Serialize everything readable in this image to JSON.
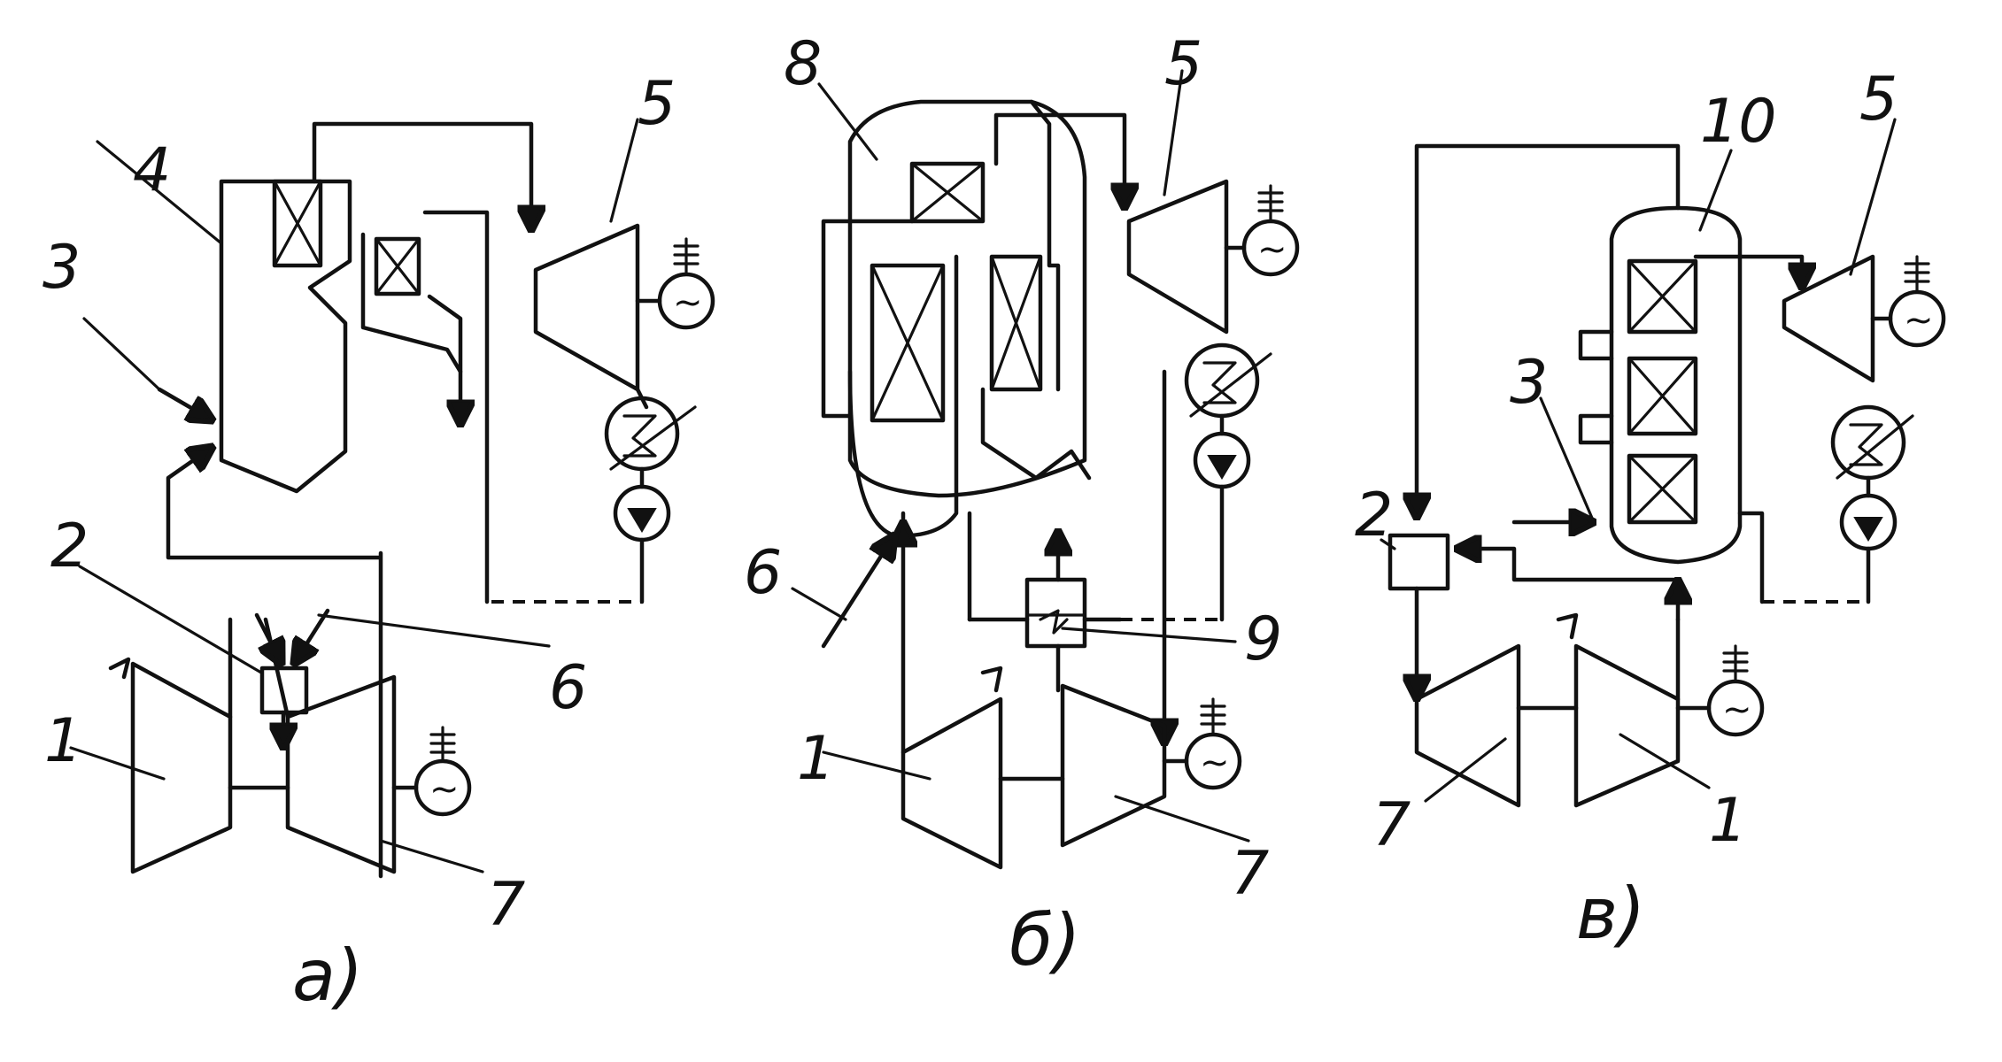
{
  "panels": [
    {
      "caption": "а)",
      "labels": [
        "1",
        "2",
        "3",
        "4",
        "5",
        "6",
        "7"
      ]
    },
    {
      "caption": "б)",
      "labels": [
        "1",
        "5",
        "6",
        "7",
        "8",
        "9"
      ]
    },
    {
      "caption": "в)",
      "labels": [
        "1",
        "2",
        "3",
        "5",
        "7",
        "10"
      ]
    }
  ],
  "symbols": {
    "generator_glyph": "~",
    "generator": "generator-icon",
    "condenser": "condenser-icon",
    "pump": "pump-icon",
    "heat_exchanger": "crossed-box-icon"
  }
}
